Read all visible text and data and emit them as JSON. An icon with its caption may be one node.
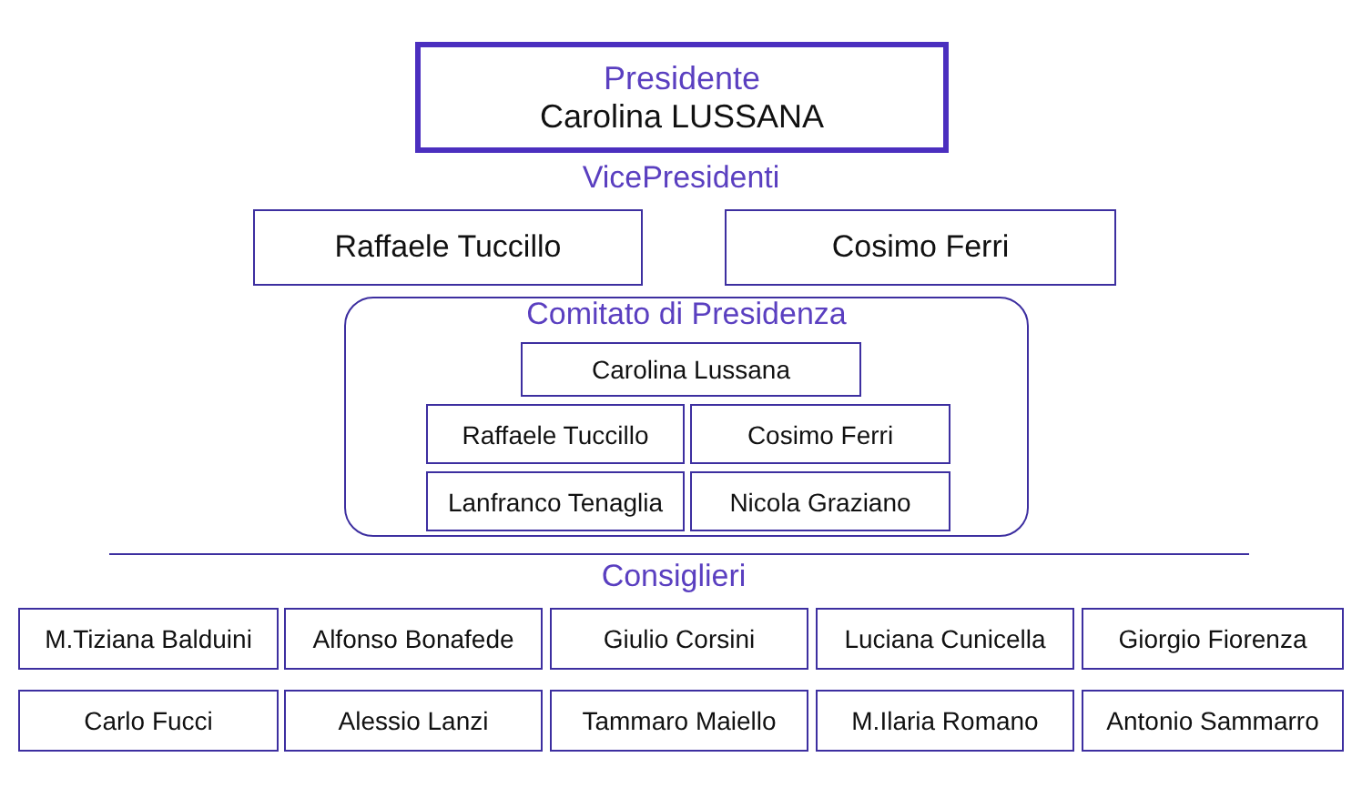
{
  "diagram": {
    "nodes": [
      {
        "text": [
          "Presidente",
          "Carolina LUSSANA"
        ]
      },
      {
        "text": [
          "Raffaele Tuccillo"
        ]
      },
      {
        "text": [
          "Cosimo Ferri"
        ]
      },
      {
        "text": [
          "Comitato di Presidenza"
        ]
      },
      {
        "text": [
          "Carolina Lussana"
        ],
        "in": 3
      },
      {
        "text": [
          "Raffaele Tuccillo"
        ],
        "in": 3
      },
      {
        "text": [
          "Cosimo Ferri"
        ],
        "in": 3
      },
      {
        "text": [
          "Lanfranco Tenaglia"
        ],
        "in": 3
      },
      {
        "text": [
          "Nicola Graziano"
        ],
        "in": 3
      },
      {
        "text": [
          "M.Tiziana Balduini"
        ]
      },
      {
        "text": [
          "Alfonso Bonafede"
        ]
      },
      {
        "text": [
          "Giulio Corsini"
        ]
      },
      {
        "text": [
          "Luciana Cunicella"
        ]
      },
      {
        "text": [
          "Giorgio Fiorenza"
        ]
      },
      {
        "text": [
          "Carlo Fucci"
        ]
      },
      {
        "text": [
          "Alessio Lanzi"
        ]
      },
      {
        "text": [
          "Tammaro Maiello"
        ]
      },
      {
        "text": [
          "M.Ilaria Romano"
        ]
      },
      {
        "text": [
          "Antonio Sammarro"
        ]
      }
    ],
    "labels": [
      "VicePresidenti",
      "Consiglieri"
    ]
  }
}
